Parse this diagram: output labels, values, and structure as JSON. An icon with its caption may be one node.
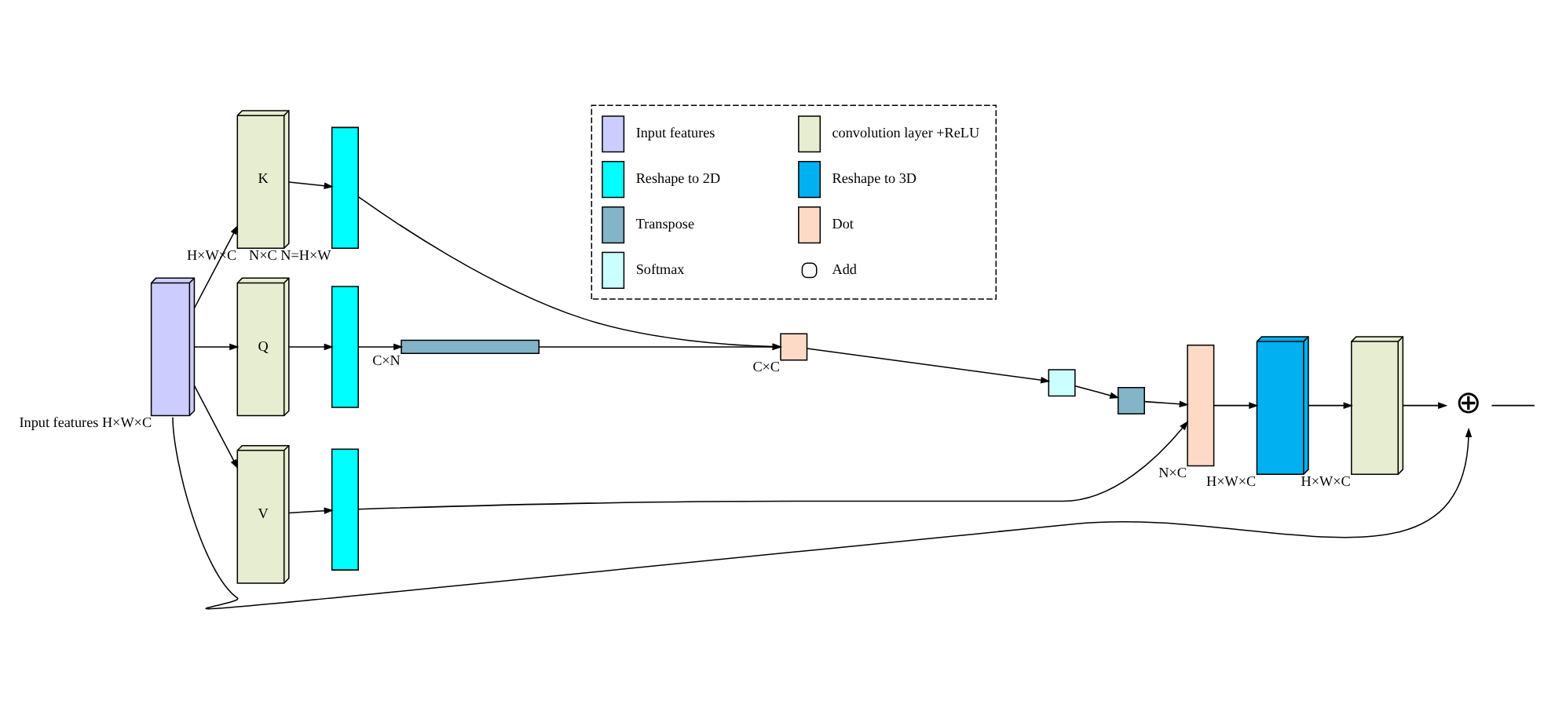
{
  "diagram": {
    "nodes": [
      {
        "text": [
          "Input features H×W×C"
        ]
      },
      {
        "text": [
          "H×W×C",
          "K"
        ]
      },
      {
        "text": [
          "Q"
        ]
      },
      {
        "text": [
          "V"
        ]
      },
      {
        "text": [
          "N×C N=H×W"
        ]
      },
      {
        "text": [],
        "shape": "bar"
      },
      {
        "text": [],
        "shape": "bar"
      },
      {
        "text": [
          "C×N"
        ]
      },
      {
        "text": [
          "C×C"
        ]
      },
      {
        "text": [],
        "shape": "box"
      },
      {
        "text": [],
        "shape": "box"
      },
      {
        "text": [
          "N×C"
        ]
      },
      {
        "text": [
          "H×W×C"
        ]
      },
      {
        "text": [
          "H×W×C"
        ]
      },
      {
        "text": [
          "⊕"
        ]
      }
    ],
    "edges": [
      {
        "from": 0,
        "to": 1,
        "arrow": "to"
      },
      {
        "from": 0,
        "to": 2,
        "arrow": "to"
      },
      {
        "from": 0,
        "to": 3,
        "arrow": "to"
      },
      {
        "from": 1,
        "to": 4,
        "arrow": "to"
      },
      {
        "from": 2,
        "to": 5,
        "arrow": "to"
      },
      {
        "from": 3,
        "to": 6,
        "arrow": "to"
      },
      {
        "from": 5,
        "to": 7,
        "arrow": "to"
      },
      {
        "from": 4,
        "to": 8,
        "arrow": "to"
      },
      {
        "from": 7,
        "to": 8,
        "arrow": "to"
      },
      {
        "from": 8,
        "to": 9,
        "arrow": "to"
      },
      {
        "from": 9,
        "to": 10,
        "arrow": "to"
      },
      {
        "from": 6,
        "to": 11,
        "arrow": "to"
      },
      {
        "from": 10,
        "to": 11,
        "arrow": "to"
      },
      {
        "from": 11,
        "to": 12,
        "arrow": "to"
      },
      {
        "from": 12,
        "to": 13,
        "arrow": "to"
      },
      {
        "from": 13,
        "to": 14,
        "arrow": "to"
      },
      {
        "from": 0,
        "to": 14,
        "arrow": "to"
      },
      {
        "from": 14,
        "to": null,
        "arrow": "none"
      }
    ],
    "legend": [
      {
        "text": "Input features",
        "color": "#ccccff"
      },
      {
        "text": "convolution layer +ReLU",
        "color": "#e6edd0"
      },
      {
        "text": "Reshape to 2D",
        "color": "#00ffff"
      },
      {
        "text": "Reshape to 3D",
        "color": "#00b0f0"
      },
      {
        "text": "Transpose",
        "color": "#84b4c8"
      },
      {
        "text": "Dot",
        "color": "#fddac5"
      },
      {
        "text": "Softmax",
        "color": "#ccffff"
      },
      {
        "text": "Add"
      }
    ]
  }
}
